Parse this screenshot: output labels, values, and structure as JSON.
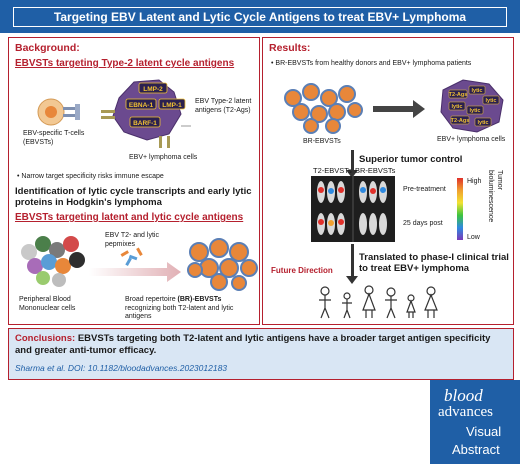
{
  "title": "Targeting EBV Latent and Lytic Cycle Antigens to treat EBV+ Lymphoma",
  "background": {
    "heading": "Background:",
    "sub1": "EBVSTs targeting Type-2 latent cycle antigens",
    "antigens": [
      "LMP-2",
      "EBNA-1",
      "LMP-1",
      "BARF-1"
    ],
    "tcell_label": "EBV-specific T-cells (EBVSTs)",
    "antigen_label": "EBV Type-2 latent antigens (T2-Ags)",
    "lymphoma_label": "EBV+ lymphoma cells",
    "bullet": "Narrow target specificity risks immune escape",
    "finding": "Identification of lytic cycle transcripts and early lytic proteins in Hodgkin's lymphoma",
    "sub2": "EBVSTs targeting latent and lytic cycle antigens",
    "pbmc_label": "Peripheral Blood Mononuclear cells",
    "pepmix_label": "EBV T2- and lytic pepmixes",
    "br_label_bold": "(BR)-EBVSTs",
    "br_label_pre": "Broad repertoire",
    "br_label_post": "recognizing both T2-latent and lytic antigens"
  },
  "results": {
    "heading": "Results:",
    "bullet": "BR-EBVSTs from healthy donors and EBV+ lymphoma patients",
    "brcell_label": "BR-EBVSTs",
    "tumor_label": "EBV+ lymphoma cells",
    "tumor_tags": [
      "T2-Ags",
      "lytic",
      "lytic",
      "lytic",
      "lytic",
      "T2-Ags",
      "lytic"
    ],
    "control": "Superior tumor control",
    "col1": "T2-EBVSTs",
    "col2": "BR-EBVSTs",
    "pre": "Pre-treatment",
    "post": "25 days post",
    "scale_high": "High",
    "scale_low": "Low",
    "scale_title": "Tumor bioluminescence",
    "future_heading": "Future Direction",
    "future": "Translated to phase-I clinical trial to treat EBV+ lymphoma"
  },
  "conclusion": {
    "label": "Conclusions:",
    "text": "EBVSTs targeting both T2-latent and lytic antigens have a broader target antigen specificity and greater anti-tumor efficacy.",
    "citation": "Sharma et al. DOI: 10.1182/bloodadvances.2023012183"
  },
  "logo": {
    "line1": "blood",
    "line2": "advances",
    "line3": "Visual",
    "line4": "Abstract"
  },
  "colors": {
    "banner": "#1f5fa6",
    "accent": "#b5202e",
    "conclusion_bg": "#d9e6f4",
    "tumor": "#6b4a8f",
    "tcell": "#e8873a",
    "tcell_ring": "#5b7fb5"
  }
}
